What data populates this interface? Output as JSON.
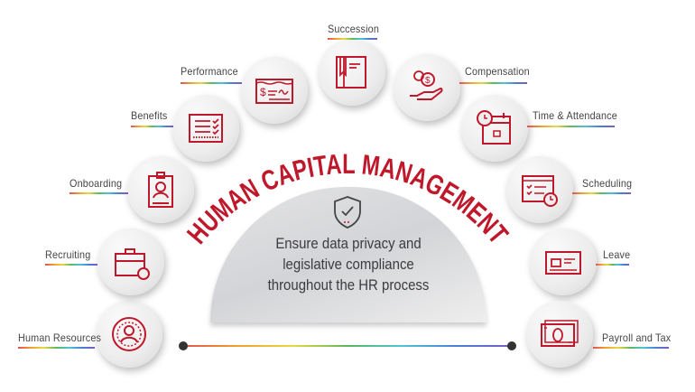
{
  "title": "HUMAN CAPITAL MANAGEMENT",
  "center_text": [
    "Ensure data privacy and",
    "legislative compliance",
    "throughout the HR process"
  ],
  "center_icon": "shield-check-icon",
  "accent_color": "#c0182b",
  "items": [
    {
      "label": "Human Resources",
      "icon": "person-badge-icon"
    },
    {
      "label": "Recruiting",
      "icon": "briefcase-icon"
    },
    {
      "label": "Onboarding",
      "icon": "id-badge-icon"
    },
    {
      "label": "Benefits",
      "icon": "checklist-icon"
    },
    {
      "label": "Performance",
      "icon": "cheque-icon"
    },
    {
      "label": "Succession",
      "icon": "book-icon"
    },
    {
      "label": "Compensation",
      "icon": "money-hand-icon"
    },
    {
      "label": "Time & Attendance",
      "icon": "calendar-clock-icon"
    },
    {
      "label": "Scheduling",
      "icon": "schedule-icon"
    },
    {
      "label": "Leave",
      "icon": "ticket-icon"
    },
    {
      "label": "Payroll and Tax",
      "icon": "banknote-icon"
    }
  ]
}
